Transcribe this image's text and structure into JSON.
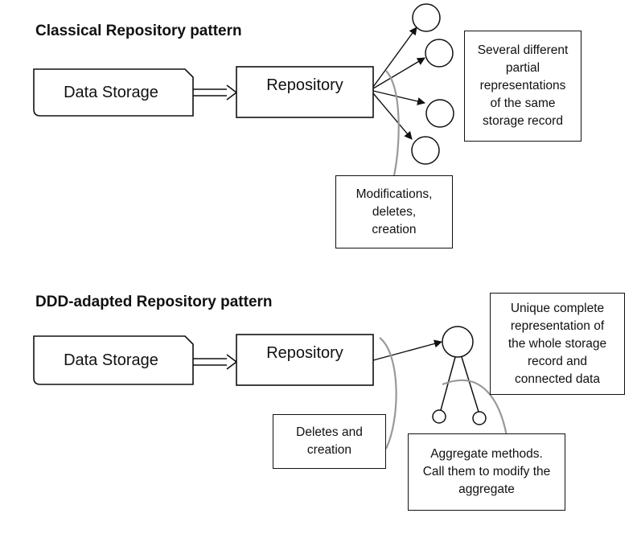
{
  "classical": {
    "title": "Classical Repository pattern",
    "data_storage": "Data Storage",
    "repository": "Repository",
    "note_partial": "Several different\npartial\nrepresentations\nof the same\nstorage record",
    "note_modifications": "Modifications,\ndeletes,\ncreation"
  },
  "ddd": {
    "title": "DDD-adapted Repository pattern",
    "data_storage": "Data Storage",
    "repository": "Repository",
    "note_unique": "Unique complete\nrepresentation of\nthe whole storage\nrecord and\nconnected data",
    "note_deletes": "Deletes and\ncreation",
    "note_aggregate": "Aggregate methods.\nCall them to modify the\naggregate"
  }
}
